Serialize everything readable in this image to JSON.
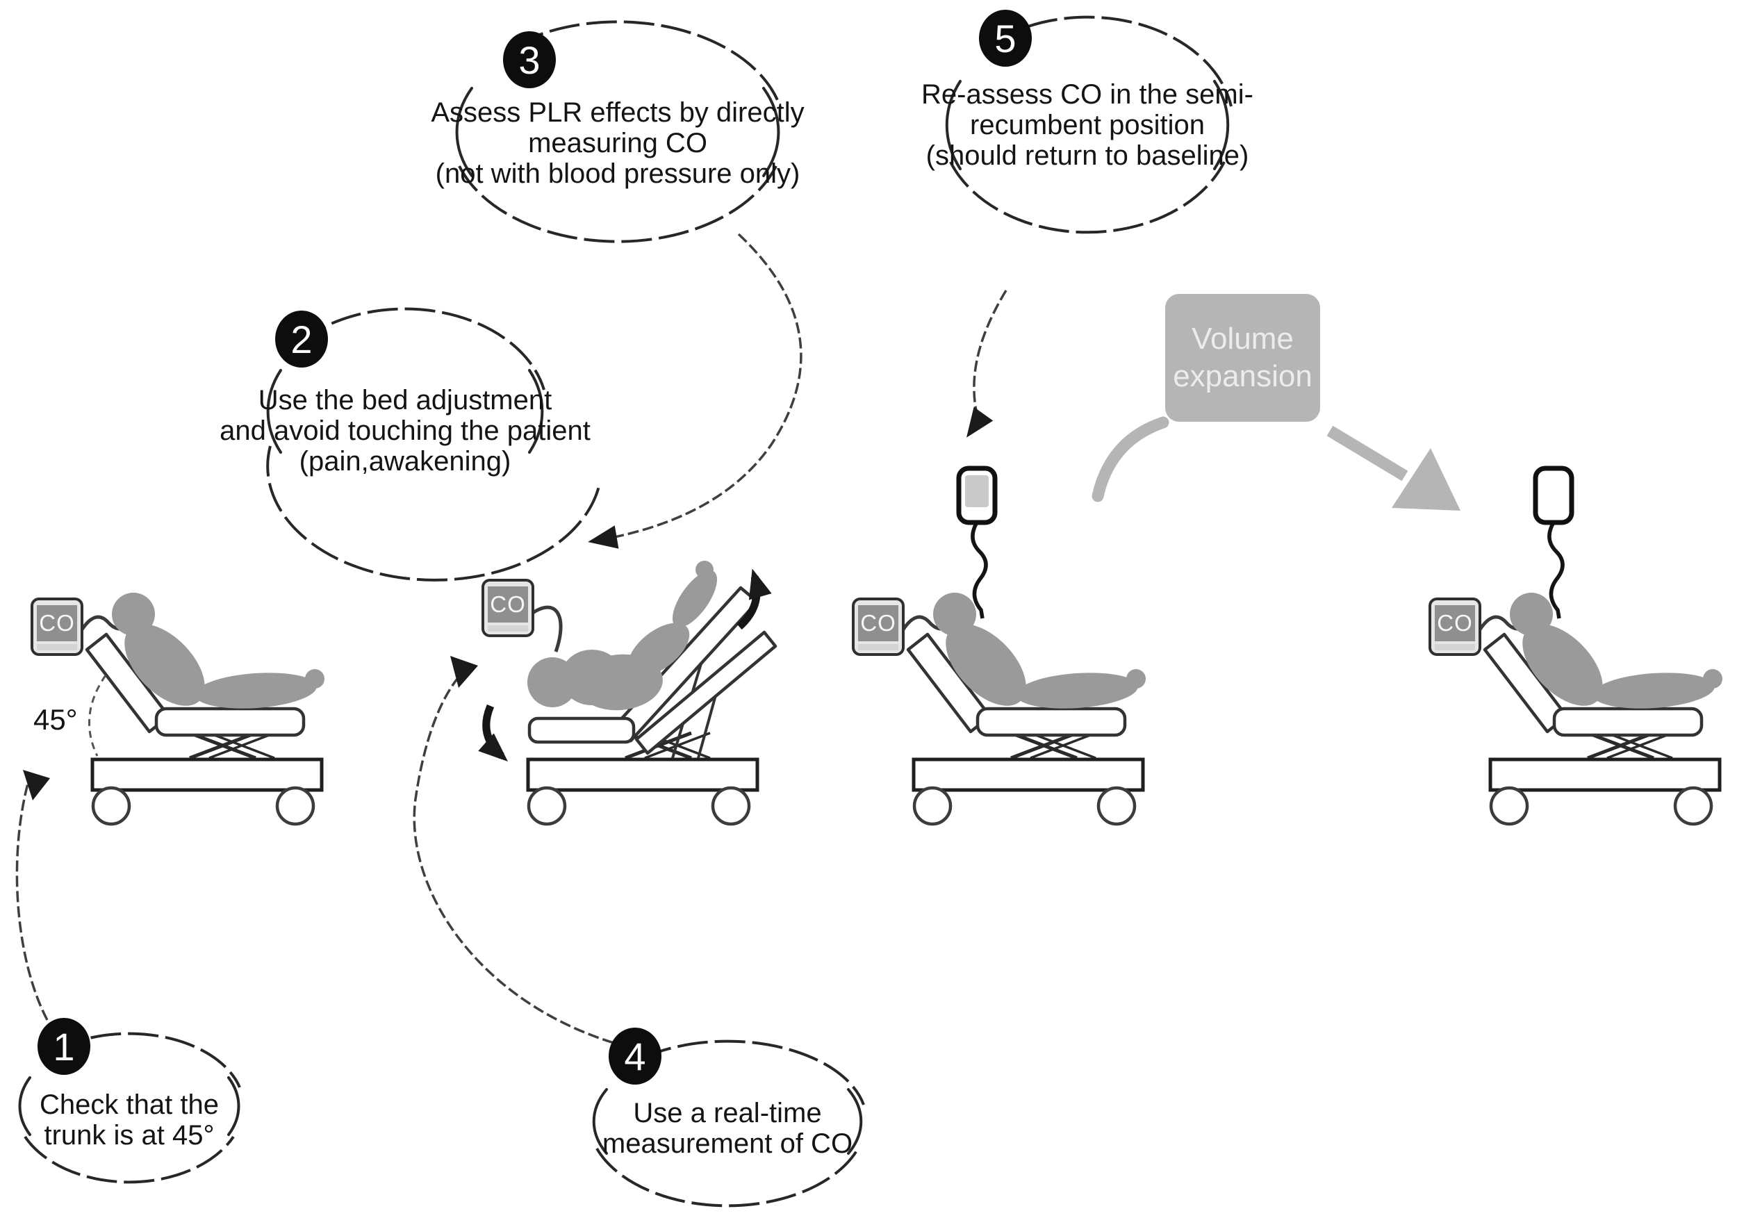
{
  "diagram": {
    "description": "Passive leg raising (PLR) test procedure with five steps",
    "steps": [
      {
        "number": "1",
        "text": "Check that the\ntrunk is at 45°"
      },
      {
        "number": "2",
        "text": "Use the bed adjustment\nand avoid touching the patient\n(pain,awakening)"
      },
      {
        "number": "3",
        "text": "Assess PLR effects by directly\nmeasuring CO\n(not with blood pressure only)"
      },
      {
        "number": "4",
        "text": "Use a real-time\nmeasurement of CO"
      },
      {
        "number": "5",
        "text": "Re-assess CO in the semi-\nrecumbent position\n(should return to baseline)"
      }
    ],
    "labels": {
      "angle_marker": "45°",
      "co_monitor": "CO",
      "volume_box": "Volume\nexpansion"
    },
    "colors": {
      "ink": "#1b1b1b",
      "patient_gray": "#9a9a9a",
      "accent_gray": "#b5b5b5",
      "monitor_screen": "#8f8f8f"
    }
  }
}
